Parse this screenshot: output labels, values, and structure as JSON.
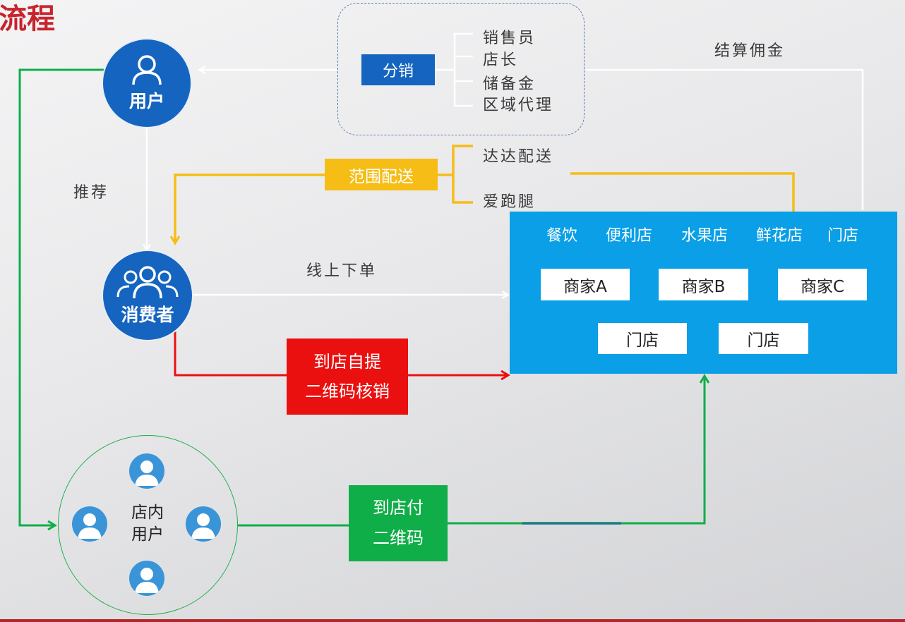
{
  "header": {
    "title_fragment": "流程"
  },
  "nodes": {
    "user": {
      "label": "用户",
      "icon": "person-icon"
    },
    "consumer": {
      "label": "消费者",
      "icon": "group-icon"
    },
    "instore": {
      "line1": "店内",
      "line2": "用户",
      "icon": "person-avatar-icon"
    }
  },
  "distribution": {
    "label": "分销",
    "roles": [
      "销售员",
      "店长",
      "储备金",
      "区域代理"
    ]
  },
  "delivery": {
    "label": "范围配送",
    "options": [
      "达达配送",
      "爱跑腿"
    ]
  },
  "edges": {
    "commission": "结算佣金",
    "recommend": "推荐",
    "online_order": "线上下单"
  },
  "pickup": {
    "line1": "到店自提",
    "line2": "二维码核销"
  },
  "pay_in_store": {
    "line1": "到店付",
    "line2": "二维码"
  },
  "merchants": {
    "categories": [
      "餐饮",
      "便利店",
      "水果店",
      "鲜花店",
      "门店"
    ],
    "a": "商家A",
    "b": "商家B",
    "c": "商家C",
    "store_1": "门店",
    "store_2": "门店"
  },
  "colors": {
    "blue": "#1565c0",
    "panel": "#0a9fe6",
    "yellow": "#f6bd16",
    "red": "#ea1010",
    "green": "#0fae48",
    "arrow_gray": "#ffffff"
  }
}
